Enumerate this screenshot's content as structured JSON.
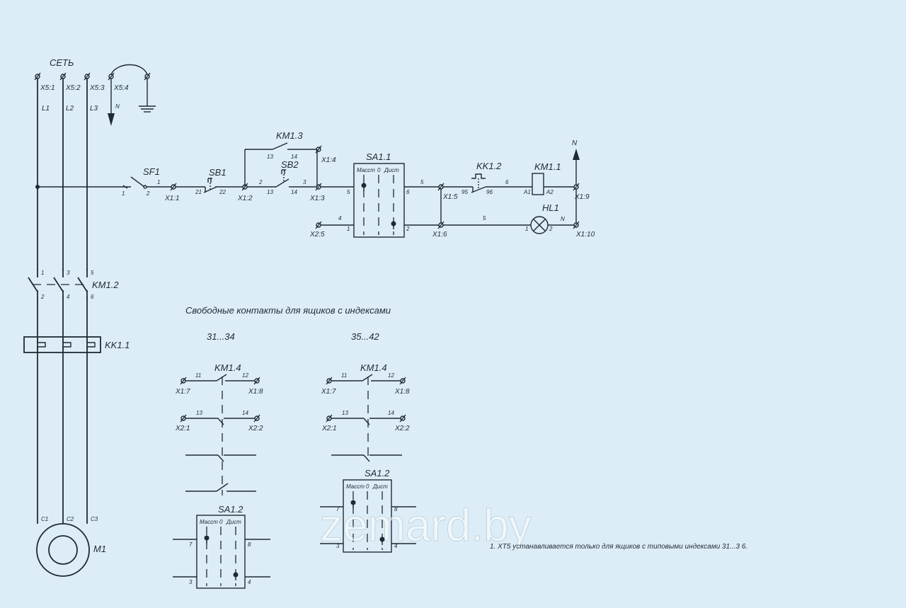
{
  "labels": {
    "network": "СЕТЬ",
    "x5_1": "X5:1",
    "x5_2": "X5:2",
    "x5_3": "X5:3",
    "x5_4": "X5:4",
    "l1": "L1",
    "l2": "L2",
    "l3": "L3",
    "n_top": "N",
    "sf1": "SF1",
    "sb1": "SB1",
    "sb2": "SB2",
    "km1_3": "KM1.3",
    "sa1_1": "SA1.1",
    "kk1_2": "KK1.2",
    "km1_1": "KM1.1",
    "hl1": "HL1",
    "n_right": "N",
    "n_hl1": "N",
    "x1_1": "X1:1",
    "x1_2": "X1:2",
    "x1_3": "X1:3",
    "x1_4": "X1:4",
    "x1_5": "X1:5",
    "x1_6": "X1:6",
    "x1_9": "X1:9",
    "x1_10": "X1:10",
    "x2_5": "X2:5",
    "km1_2": "KM1.2",
    "kk1_1": "KK1.1",
    "m1": "M1",
    "c1": "C1",
    "c2": "C2",
    "c3": "C3",
    "free_contacts_title": "Свободные контакты для ящиков с индексами",
    "range_left": "31...34",
    "range_right": "35...42",
    "km1_4": "KM1.4",
    "x1_7": "X1:7",
    "x1_8": "X1:8",
    "x2_1": "X2:1",
    "x2_2": "X2:2",
    "sa1_2": "SA1.2",
    "sa_manual": "Масст",
    "sa_zero": "0",
    "sa_remote": "Дист",
    "note": "1. XT5 устанавливается только для ящиков с типовыми индексами 31...3  6.",
    "watermark": "zemard.by"
  },
  "pins": {
    "p1": "1",
    "p2": "2",
    "p3": "3",
    "p4": "4",
    "p5": "5",
    "p6": "6",
    "p7": "7",
    "p8": "8",
    "p11": "11",
    "p12": "12",
    "p13": "13",
    "p14": "14",
    "p21": "21",
    "p22": "22",
    "p95": "95",
    "p96": "96",
    "a1": "A1",
    "a2": "A2"
  }
}
